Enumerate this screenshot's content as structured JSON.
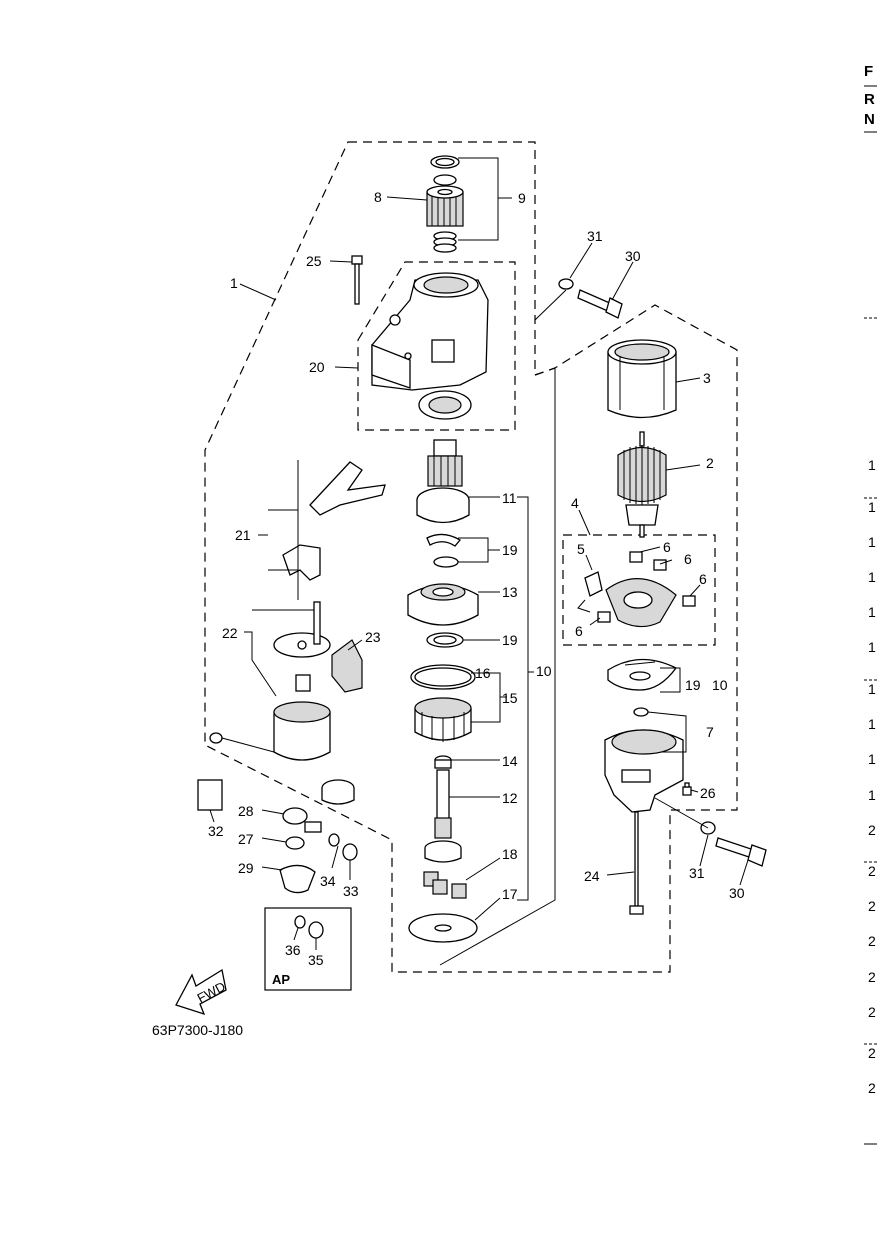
{
  "diagram": {
    "code": "63P7300-J180",
    "fwd_label": "FWD",
    "ap_label": "AP",
    "callouts": [
      {
        "id": "1",
        "text": "1"
      },
      {
        "id": "2",
        "text": "2"
      },
      {
        "id": "3",
        "text": "3"
      },
      {
        "id": "4",
        "text": "4"
      },
      {
        "id": "5",
        "text": "5"
      },
      {
        "id": "6a",
        "text": "6"
      },
      {
        "id": "6b",
        "text": "6"
      },
      {
        "id": "6c",
        "text": "6"
      },
      {
        "id": "6d",
        "text": "6"
      },
      {
        "id": "7",
        "text": "7"
      },
      {
        "id": "8",
        "text": "8"
      },
      {
        "id": "9",
        "text": "9"
      },
      {
        "id": "10a",
        "text": "10"
      },
      {
        "id": "10b",
        "text": "10"
      },
      {
        "id": "11",
        "text": "11"
      },
      {
        "id": "12",
        "text": "12"
      },
      {
        "id": "13",
        "text": "13"
      },
      {
        "id": "14",
        "text": "14"
      },
      {
        "id": "15",
        "text": "15"
      },
      {
        "id": "16",
        "text": "16"
      },
      {
        "id": "17",
        "text": "17"
      },
      {
        "id": "18",
        "text": "18"
      },
      {
        "id": "19a",
        "text": "19"
      },
      {
        "id": "19b",
        "text": "19"
      },
      {
        "id": "19c",
        "text": "19"
      },
      {
        "id": "20",
        "text": "20"
      },
      {
        "id": "21",
        "text": "21"
      },
      {
        "id": "22",
        "text": "22"
      },
      {
        "id": "23",
        "text": "23"
      },
      {
        "id": "24",
        "text": "24"
      },
      {
        "id": "25",
        "text": "25"
      },
      {
        "id": "26",
        "text": "26"
      },
      {
        "id": "27",
        "text": "27"
      },
      {
        "id": "28",
        "text": "28"
      },
      {
        "id": "29",
        "text": "29"
      },
      {
        "id": "30a",
        "text": "30"
      },
      {
        "id": "30b",
        "text": "30"
      },
      {
        "id": "31a",
        "text": "31"
      },
      {
        "id": "31b",
        "text": "31"
      },
      {
        "id": "32",
        "text": "32"
      },
      {
        "id": "33",
        "text": "33"
      },
      {
        "id": "34",
        "text": "34"
      },
      {
        "id": "35",
        "text": "35"
      },
      {
        "id": "36",
        "text": "36"
      }
    ],
    "edge_letters": [
      "F",
      "R",
      "N"
    ],
    "edge_numbers": [
      "1",
      "1",
      "1",
      "1",
      "1",
      "1",
      "1",
      "1",
      "1",
      "1",
      "2",
      "2",
      "2",
      "2",
      "2",
      "2",
      "2",
      "2"
    ]
  }
}
